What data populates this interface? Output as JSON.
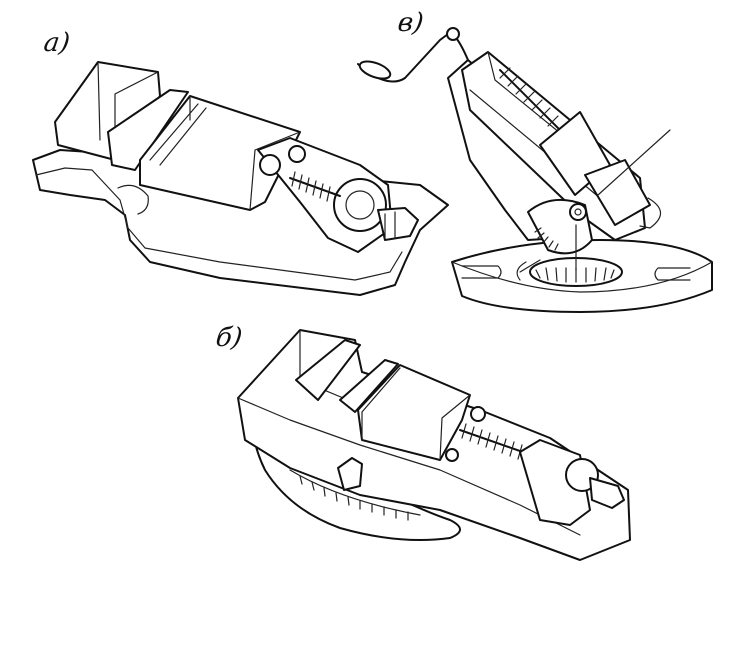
{
  "labels": {
    "a": "a)",
    "v": "в)",
    "b": "б)"
  },
  "colors": {
    "ink": "#111111",
    "paper": "#ffffff"
  }
}
